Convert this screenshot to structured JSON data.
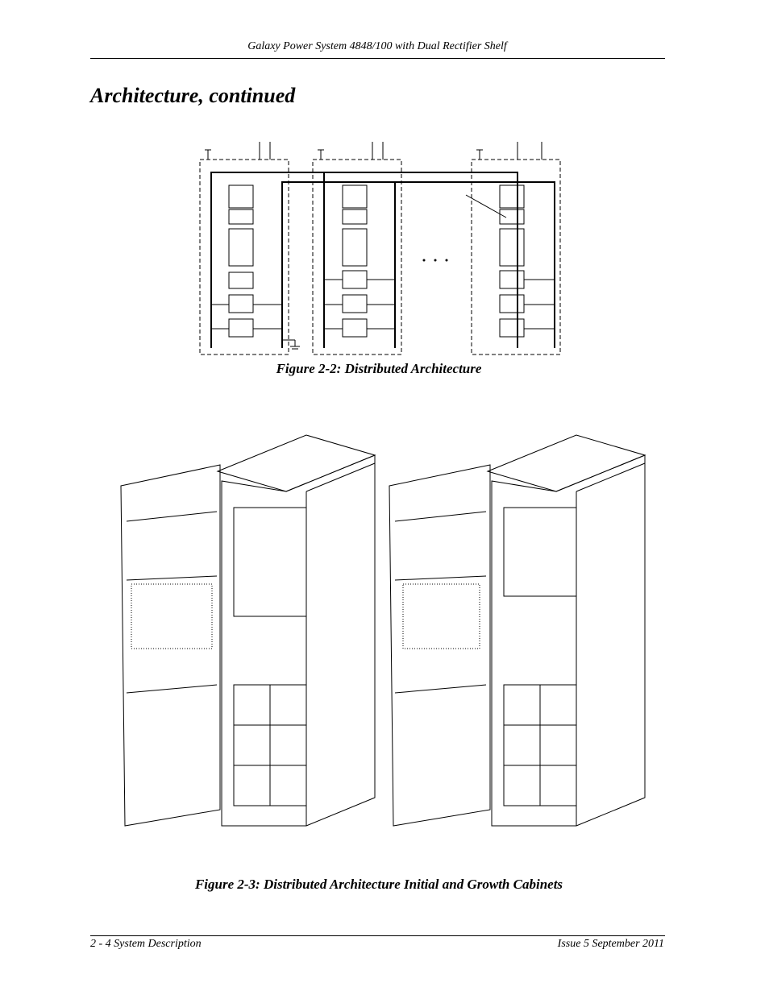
{
  "header": {
    "text": "Galaxy Power System 4848/100 with Dual Rectifier Shelf"
  },
  "section": {
    "title": "Architecture, continued"
  },
  "figures": [
    {
      "caption": "Figure 2-2: Distributed Architecture",
      "icon": "distributed-architecture-schematic"
    },
    {
      "caption": "Figure 2-3: Distributed Architecture Initial and Growth Cabinets",
      "icon": "cabinet-line-drawings"
    }
  ],
  "footer": {
    "left": "2 - 4  System Description",
    "right": "Issue 5 September 2011"
  }
}
